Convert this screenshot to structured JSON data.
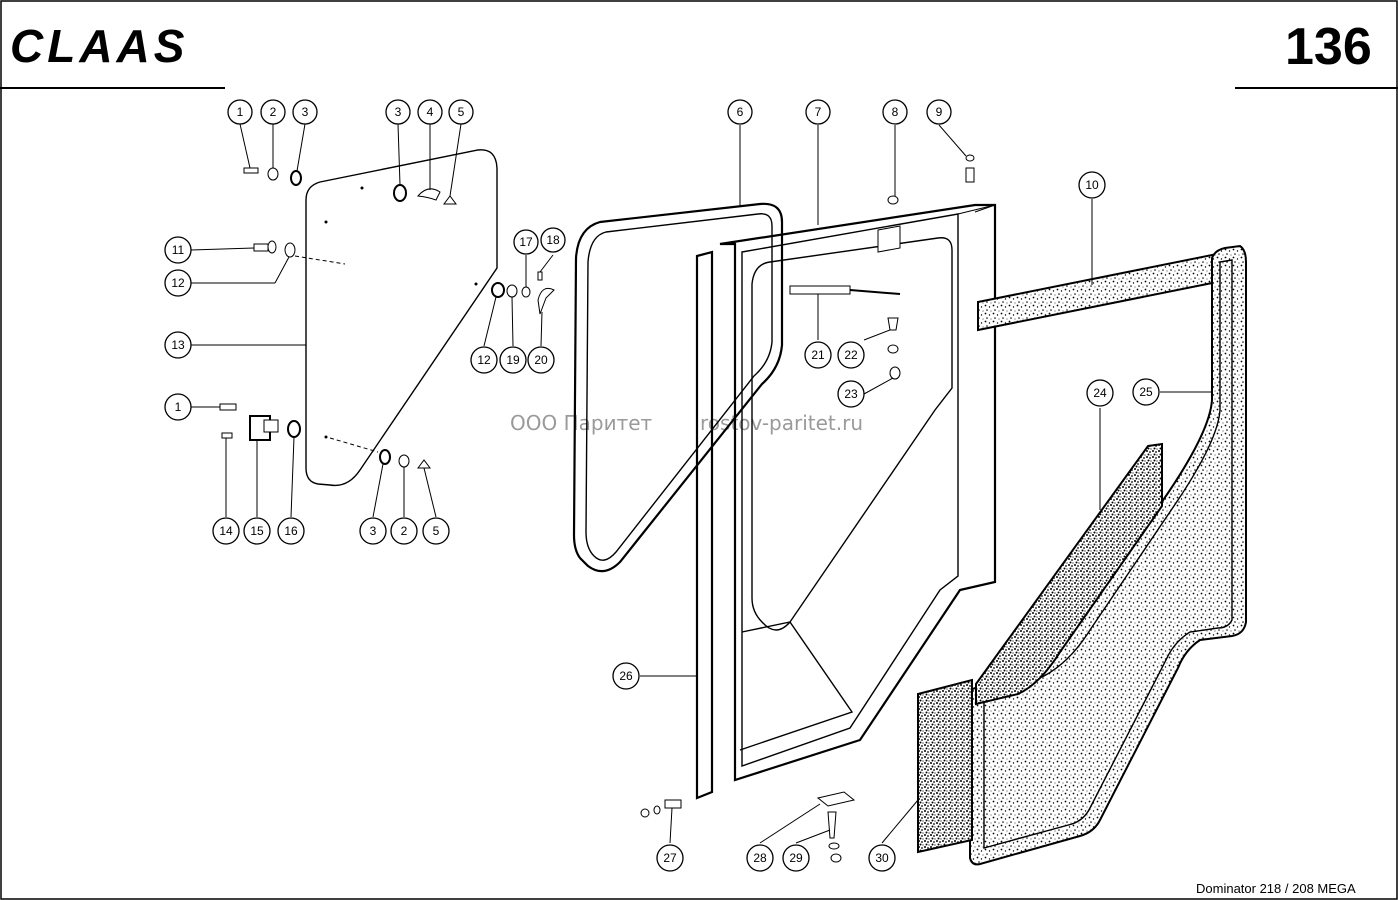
{
  "header": {
    "brand": "CLAAS",
    "page_number": "136"
  },
  "footer": {
    "model": "Dominator 218 / 208 MEGA"
  },
  "watermark": {
    "left": "ООО Паритет",
    "right": "rostov-paritet.ru"
  },
  "callouts": {
    "c1a": "1",
    "c2a": "2",
    "c3a": "3",
    "c3b": "3",
    "c4a": "4",
    "c5a": "5",
    "c11": "11",
    "c12a": "12",
    "c13": "13",
    "c1b": "1",
    "c14": "14",
    "c15": "15",
    "c16": "16",
    "c3c": "3",
    "c2b": "2",
    "c5b": "5",
    "c17": "17",
    "c18": "18",
    "c12b": "12",
    "c19": "19",
    "c20": "20",
    "c6": "6",
    "c7": "7",
    "c8": "8",
    "c9": "9",
    "c10": "10",
    "c21": "21",
    "c22": "22",
    "c23": "23",
    "c24": "24",
    "c25": "25",
    "c26": "26",
    "c27": "27",
    "c28": "28",
    "c29": "29",
    "c30": "30"
  }
}
